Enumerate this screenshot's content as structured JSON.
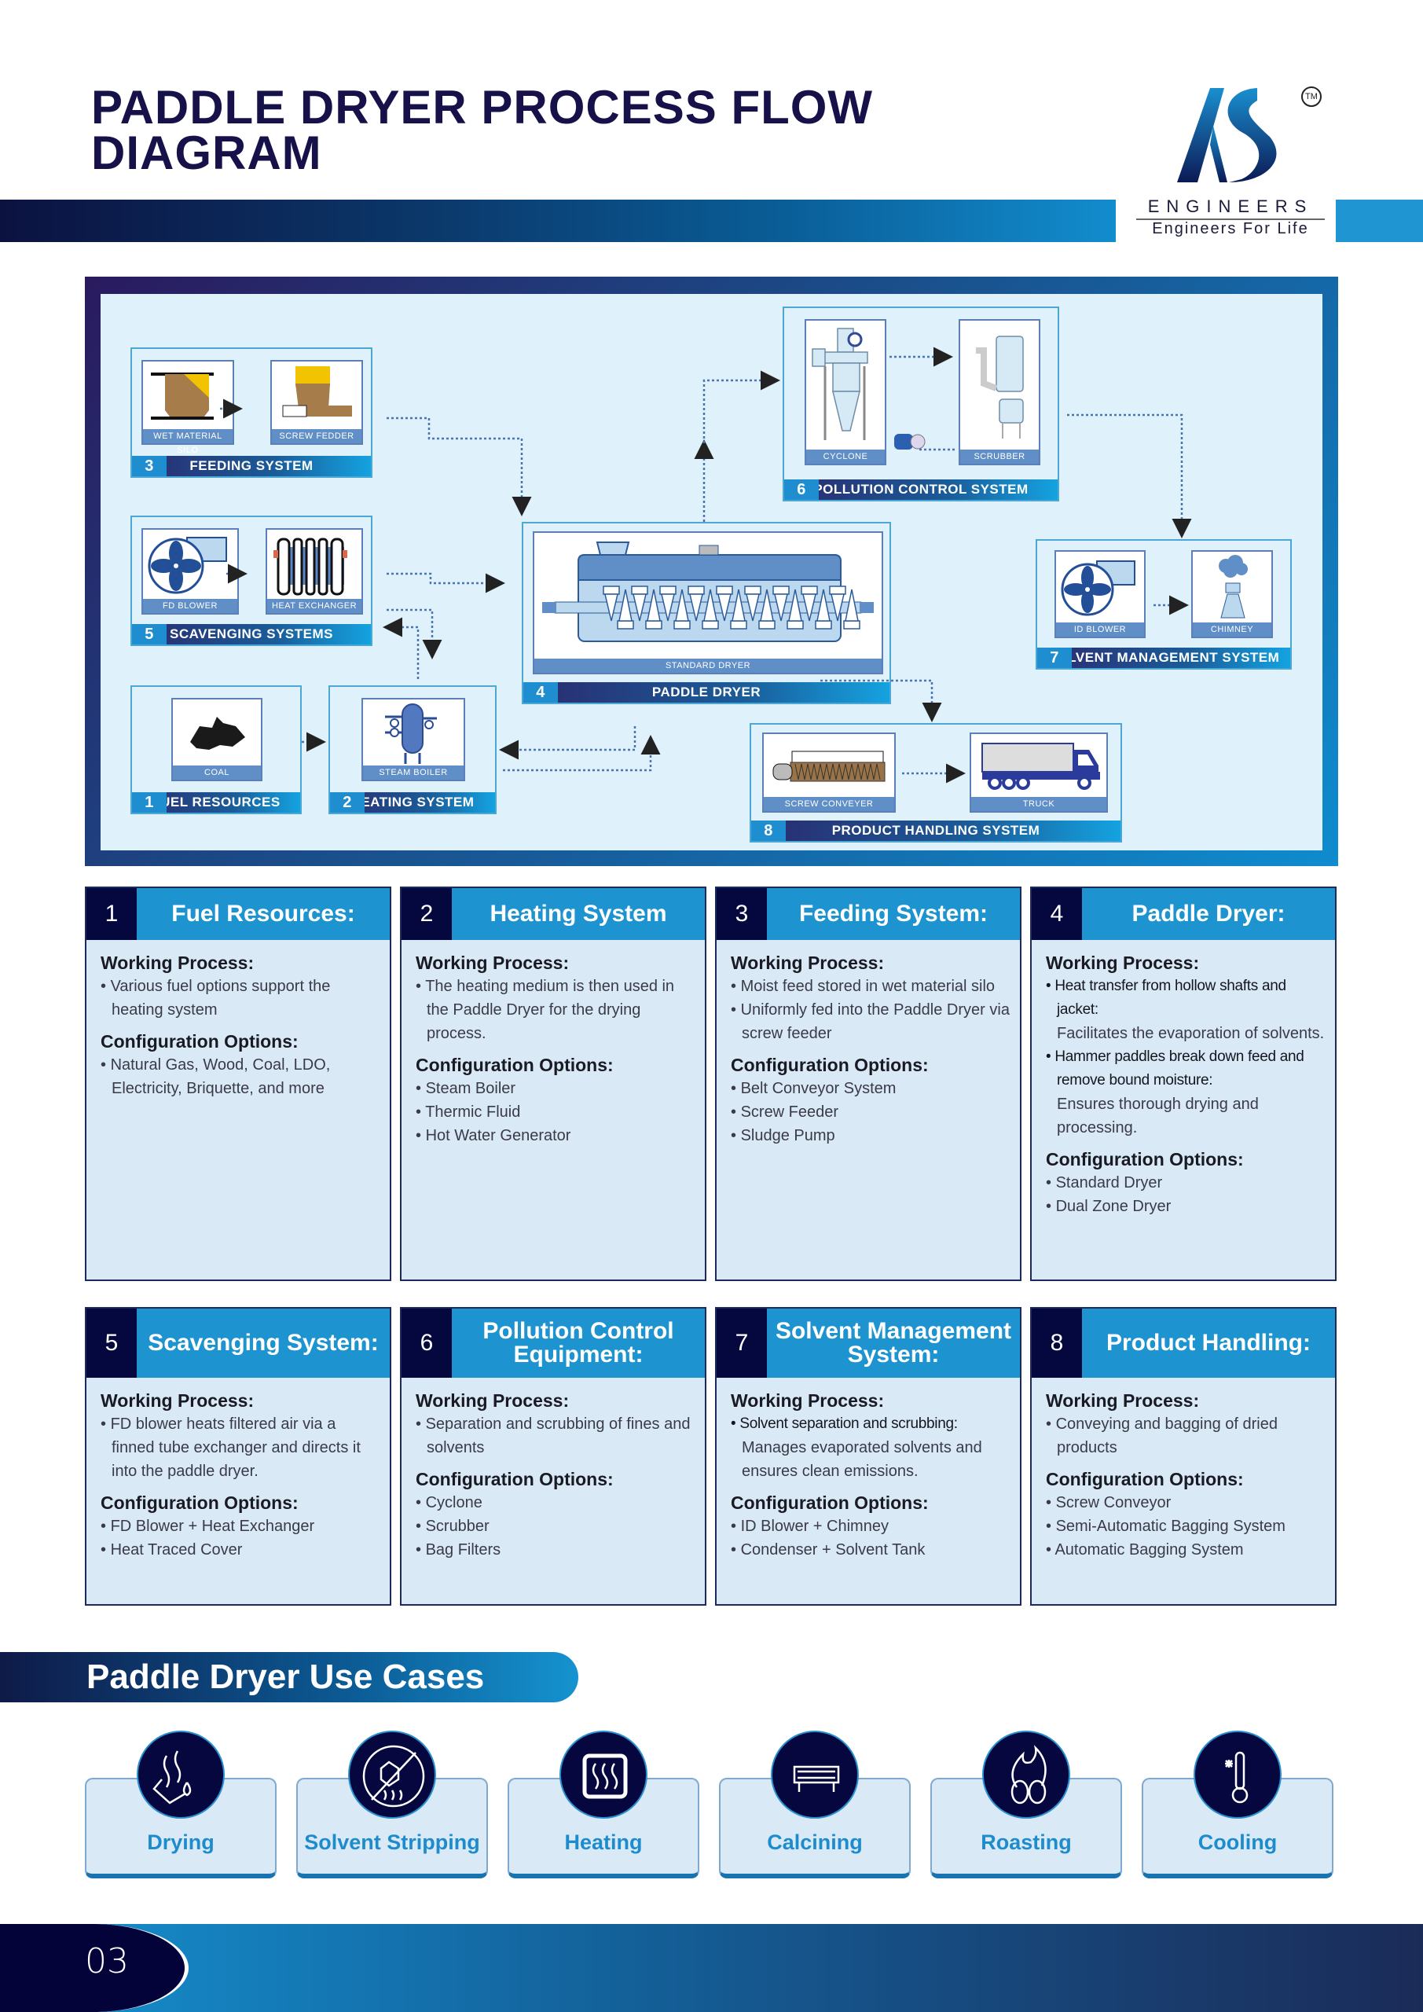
{
  "header": {
    "title_line1": "PADDLE DRYER PROCESS FLOW",
    "title_line2": "DIAGRAM",
    "logo": {
      "mark": "AS",
      "tm": "TM",
      "name": "ENGINEERS",
      "tagline": "Engineers For Life"
    }
  },
  "diagram": {
    "systems": [
      {
        "num": "3",
        "name": "FEEDING SYSTEM",
        "equipment": [
          "WET MATERIAL SILO",
          "SCREW FEDDER"
        ]
      },
      {
        "num": "5",
        "name": "SCAVENGING SYSTEMS",
        "equipment": [
          "FD BLOWER",
          "HEAT EXCHANGER"
        ]
      },
      {
        "num": "1",
        "name": "FUEL RESOURCES",
        "equipment": [
          "COAL"
        ]
      },
      {
        "num": "2",
        "name": "HEATING SYSTEM",
        "equipment": [
          "STEAM BOILER"
        ]
      },
      {
        "num": "4",
        "name": "PADDLE DRYER",
        "equipment": [
          "STANDARD DRYER"
        ]
      },
      {
        "num": "6",
        "name": "POLLUTION CONTROL SYSTEM",
        "equipment": [
          "CYCLONE",
          "SCRUBBER"
        ]
      },
      {
        "num": "7",
        "name": "SOLVENT MANAGEMENT SYSTEM",
        "equipment": [
          "ID BLOWER",
          "CHIMNEY"
        ]
      },
      {
        "num": "8",
        "name": "PRODUCT HANDLING SYSTEM",
        "equipment": [
          "SCREW CONVEYER",
          "TRUCK"
        ]
      }
    ]
  },
  "cards": [
    {
      "num": "1",
      "title": "Fuel Resources:",
      "wp_label": "Working Process:",
      "wp": [
        {
          "text": "Various fuel options support the heating system"
        }
      ],
      "co_label": "Configuration Options:",
      "co": [
        "Natural Gas, Wood, Coal, LDO, Electricity, Briquette, and more"
      ]
    },
    {
      "num": "2",
      "title": "Heating System",
      "wp_label": "Working Process:",
      "wp": [
        {
          "text": "The heating medium is then used in the Paddle Dryer for the drying process."
        }
      ],
      "co_label": "Configuration Options:",
      "co": [
        "Steam Boiler",
        "Thermic Fluid",
        "Hot Water Generator"
      ]
    },
    {
      "num": "3",
      "title": "Feeding System:",
      "wp_label": "Working Process:",
      "wp": [
        {
          "text": "Moist feed stored in wet material silo"
        },
        {
          "text": "Uniformly fed into the Paddle Dryer via screw feeder"
        }
      ],
      "co_label": "Configuration Options:",
      "co": [
        "Belt Conveyor System",
        "Screw Feeder",
        "Sludge Pump"
      ]
    },
    {
      "num": "4",
      "title": "Paddle Dryer:",
      "wp_label": "Working Process:",
      "wp": [
        {
          "text": "Heat transfer from hollow shafts and jacket:",
          "sub": "Facilitates the evaporation of solvents."
        },
        {
          "text": "Hammer paddles break down feed and remove bound moisture:",
          "sub": "Ensures thorough drying and processing."
        }
      ],
      "co_label": "Configuration Options:",
      "co": [
        "Standard Dryer",
        "Dual Zone Dryer"
      ]
    },
    {
      "num": "5",
      "title": "Scavenging System:",
      "wp_label": "Working Process:",
      "wp": [
        {
          "text": "FD blower heats filtered air via a finned tube exchanger and directs it into the paddle dryer."
        }
      ],
      "co_label": "Configuration Options:",
      "co": [
        "FD Blower + Heat Exchanger",
        "Heat Traced Cover"
      ]
    },
    {
      "num": "6",
      "title": "Pollution Control Equipment:",
      "wp_label": "Working Process:",
      "wp": [
        {
          "text": "Separation and scrubbing of fines and solvents"
        }
      ],
      "co_label": "Configuration Options:",
      "co": [
        "Cyclone",
        "Scrubber",
        "Bag Filters"
      ]
    },
    {
      "num": "7",
      "title": "Solvent Management System:",
      "wp_label": "Working Process:",
      "wp": [
        {
          "text": "Solvent separation and scrubbing:",
          "sub": "Manages evaporated solvents and ensures clean emissions."
        }
      ],
      "co_label": "Configuration Options:",
      "co": [
        "ID Blower + Chimney",
        "Condenser + Solvent Tank"
      ]
    },
    {
      "num": "8",
      "title": "Product Handling:",
      "wp_label": "Working Process:",
      "wp": [
        {
          "text": "Conveying and bagging of dried products"
        }
      ],
      "co_label": "Configuration Options:",
      "co": [
        "Screw Conveyor",
        "Semi-Automatic Bagging System",
        "Automatic Bagging System"
      ]
    }
  ],
  "use_cases": {
    "title": "Paddle Dryer Use Cases",
    "items": [
      {
        "label": "Drying",
        "icon": "drying-icon"
      },
      {
        "label": "Solvent Stripping",
        "icon": "solvent-stripping-icon"
      },
      {
        "label": "Heating",
        "icon": "heating-icon"
      },
      {
        "label": "Calcining",
        "icon": "calcining-icon"
      },
      {
        "label": "Roasting",
        "icon": "roasting-icon"
      },
      {
        "label": "Cooling",
        "icon": "cooling-icon"
      }
    ]
  },
  "footer": {
    "page_number": "03"
  },
  "colors": {
    "navy": "#05083e",
    "brand_blue": "#1d93d0",
    "panel": "#d9eaf6",
    "diagram_bg": "#dff1fb"
  }
}
